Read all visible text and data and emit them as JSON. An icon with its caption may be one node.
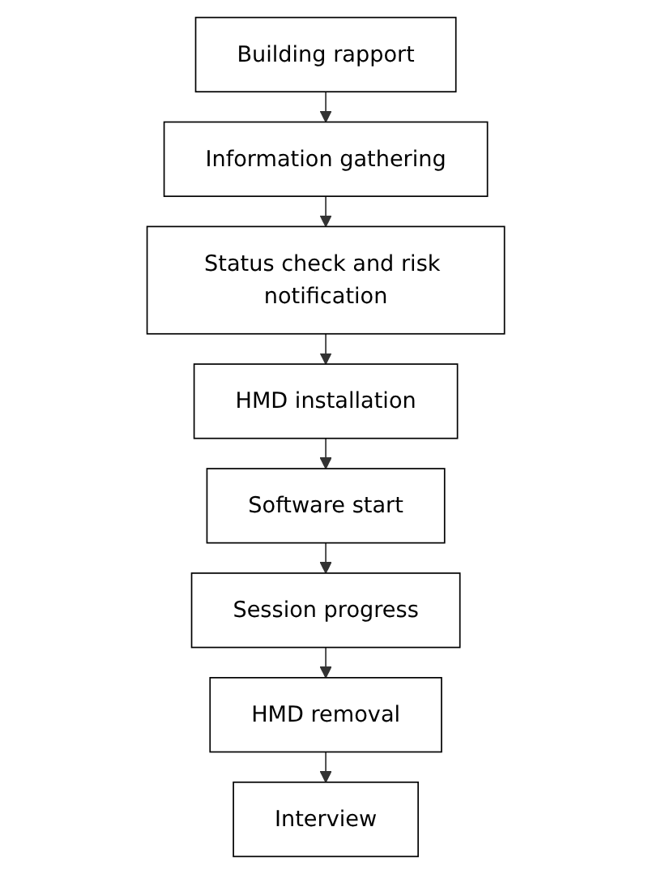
{
  "diagram": {
    "nodes": [
      {
        "text": [
          "Building rapport"
        ]
      },
      {
        "text": [
          "Information gathering"
        ]
      },
      {
        "text": [
          "Status check and risk notification"
        ]
      },
      {
        "text": [
          "HMD installation"
        ]
      },
      {
        "text": [
          "Software start"
        ]
      },
      {
        "text": [
          "Session progress"
        ]
      },
      {
        "text": [
          "HMD removal"
        ]
      },
      {
        "text": [
          "Interview"
        ]
      }
    ],
    "edges": [
      {
        "from": 0,
        "to": 1,
        "arrow": "to"
      },
      {
        "from": 1,
        "to": 2,
        "arrow": "to"
      },
      {
        "from": 2,
        "to": 3,
        "arrow": "to"
      },
      {
        "from": 3,
        "to": 4,
        "arrow": "to"
      },
      {
        "from": 4,
        "to": 5,
        "arrow": "to"
      },
      {
        "from": 5,
        "to": 6,
        "arrow": "to"
      },
      {
        "from": 6,
        "to": 7,
        "arrow": "to"
      }
    ]
  }
}
